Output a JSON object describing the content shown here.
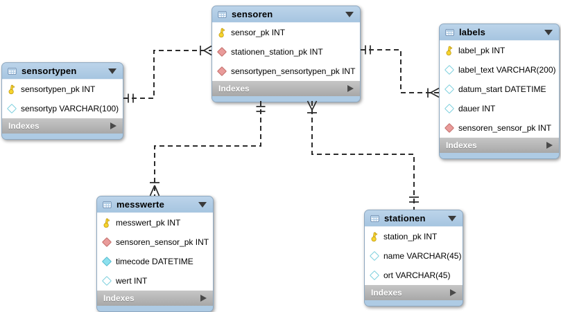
{
  "icons": {
    "table": "table-grid-icon",
    "collapse": "triangle-down",
    "expand": "triangle-right",
    "primary-key": "yellow-key",
    "foreign-key": "red-filled-diamond",
    "column-notnull": "cyan-filled-diamond",
    "column-nullable": "cyan-outline-diamond"
  },
  "colors": {
    "header_blue": "#aecbe4",
    "footer_gray": "#b5b5b5",
    "row_background": "#ffffff",
    "relationship_line": "#2b2b2b",
    "primary_key_yellow": "#f6d42e",
    "foreign_key_red": "#e99b9a",
    "attribute_cyan": "#8ce0ee"
  },
  "tables": [
    {
      "name": "sensoren",
      "footer": {
        "label": "Indexes"
      },
      "fields": [
        {
          "icon": "primary-key",
          "label": "sensor_pk INT"
        },
        {
          "icon": "foreign-key",
          "label": "stationen_station_pk INT"
        },
        {
          "icon": "foreign-key",
          "label": "sensortypen_sensortypen_pk INT"
        }
      ]
    },
    {
      "name": "sensortypen",
      "footer": {
        "label": "Indexes"
      },
      "fields": [
        {
          "icon": "primary-key",
          "label": "sensortypen_pk INT"
        },
        {
          "icon": "column-nullable",
          "label": "sensortyp VARCHAR(100)"
        }
      ]
    },
    {
      "name": "labels",
      "footer": {
        "label": "Indexes"
      },
      "fields": [
        {
          "icon": "primary-key",
          "label": "label_pk INT"
        },
        {
          "icon": "column-nullable",
          "label": "label_text VARCHAR(200)"
        },
        {
          "icon": "column-nullable",
          "label": "datum_start DATETIME"
        },
        {
          "icon": "column-nullable",
          "label": "dauer INT"
        },
        {
          "icon": "foreign-key",
          "label": "sensoren_sensor_pk INT"
        }
      ]
    },
    {
      "name": "messwerte",
      "footer": {
        "label": "Indexes"
      },
      "fields": [
        {
          "icon": "primary-key",
          "label": "messwert_pk INT"
        },
        {
          "icon": "foreign-key",
          "label": "sensoren_sensor_pk INT"
        },
        {
          "icon": "column-notnull",
          "label": "timecode DATETIME"
        },
        {
          "icon": "column-nullable",
          "label": "wert INT"
        }
      ]
    },
    {
      "name": "stationen",
      "footer": {
        "label": "Indexes"
      },
      "fields": [
        {
          "icon": "primary-key",
          "label": "station_pk INT"
        },
        {
          "icon": "column-nullable",
          "label": "name VARCHAR(45)"
        },
        {
          "icon": "column-nullable",
          "label": "ort VARCHAR(45)"
        }
      ]
    }
  ],
  "relationships": [
    {
      "from_table": "sensortypen",
      "to_table": "sensoren",
      "from_end": "one-and-only-one",
      "to_end": "many",
      "style": "dashed"
    },
    {
      "from_table": "sensoren",
      "to_table": "labels",
      "from_end": "one-and-only-one",
      "to_end": "many",
      "style": "dashed"
    },
    {
      "from_table": "sensoren",
      "to_table": "messwerte",
      "from_end": "one-and-only-one",
      "to_end": "many",
      "style": "dashed"
    },
    {
      "from_table": "stationen",
      "to_table": "sensoren",
      "from_end": "one-and-only-one",
      "to_end": "many",
      "style": "dashed"
    }
  ]
}
